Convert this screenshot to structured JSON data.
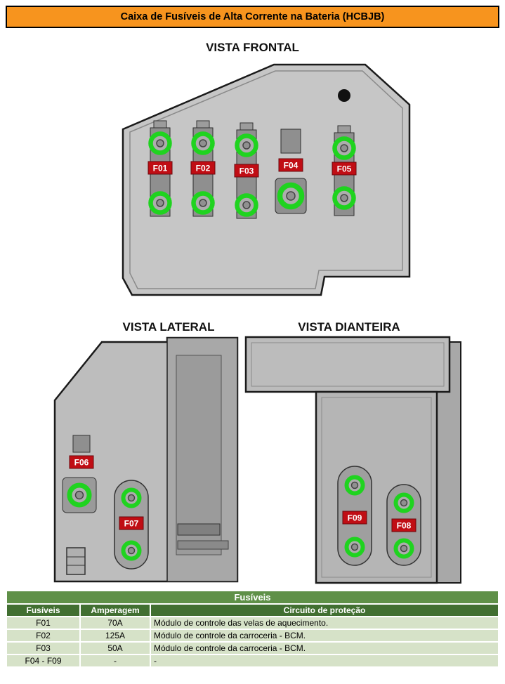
{
  "header": {
    "title": "Caixa de Fusíveis de Alta Corrente na Bateria (HCBJB)"
  },
  "views": {
    "front": {
      "title": "VISTA FRONTAL"
    },
    "lateral": {
      "title": "VISTA LATERAL"
    },
    "dianteira": {
      "title": "VISTA DIANTEIRA"
    }
  },
  "fuse_labels": {
    "f01": "F01",
    "f02": "F02",
    "f03": "F03",
    "f04": "F04",
    "f05": "F05",
    "f06": "F06",
    "f07": "F07",
    "f08": "F08",
    "f09": "F09"
  },
  "table": {
    "title": "Fusíveis",
    "columns": [
      "Fusíveis",
      "Amperagem",
      "Circuito de proteção"
    ],
    "rows": [
      {
        "fuse": "F01",
        "amp": "70A",
        "circuit": "Módulo de controle das velas de aquecimento."
      },
      {
        "fuse": "F02",
        "amp": "125A",
        "circuit": "Módulo de controle da carroceria - BCM."
      },
      {
        "fuse": "F03",
        "amp": "50A",
        "circuit": "Módulo de controle da carroceria - BCM."
      },
      {
        "fuse": "F04 - F09",
        "amp": "-",
        "circuit": "-"
      }
    ]
  },
  "colors": {
    "banner_bg": "#F7941E",
    "table_title_bg": "#5F9048",
    "table_header_bg": "#416F31",
    "table_row_bg": "#D6E2C8",
    "fuse_label_bg": "#C00D14",
    "terminal_green": "#1FD31F"
  }
}
